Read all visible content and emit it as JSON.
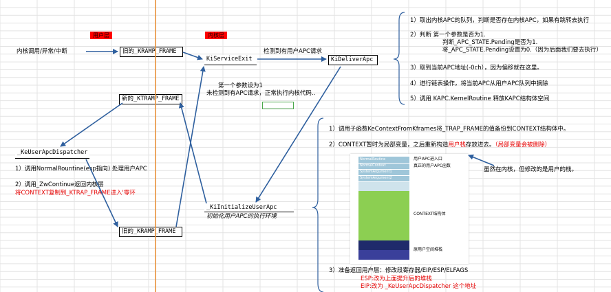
{
  "tags": {
    "user_layer": "用户层",
    "kernel_layer": "内核层"
  },
  "left": {
    "entry_label": "内核调用/异常/中断",
    "old_frame_top": "旧的_KRAMP_FRAME",
    "new_frame": "新的_KTRAMP_FRAME",
    "dispatcher": "_KeUserApcDispatcher",
    "step1": "1）调用NormalRountine(esp指向) 处理用户APC",
    "step2": "2）调用_ZwContinue返回内核层",
    "step2_note": "将CONTEXT复制到_KTRAP_FRAME进入'零环",
    "old_frame_bottom": "旧的_KRAMP_FRAME"
  },
  "middle": {
    "service_exit": "KiServiceExit",
    "no_apc_line1": "第一个参数设为1",
    "no_apc_line2": "未检测到有APC请求，正常执行内核代码..",
    "user_apc_detected": "检测到有用户APC请求",
    "deliver_apc": "KiDeliverApc",
    "init_user_apc": "_KiInitializeUserApc",
    "init_note": "初始化用户APC的执行环境"
  },
  "right_top": {
    "l1": "1）取出内核APC的队列，判断是否存在内核APC，如果有跳转去执行",
    "l2a": "2）判断   第一个参数是否为1.",
    "l2b": "判断_APC_STATE.Pending是否为1.",
    "l2c": "将_APC_STATE.Pending设置为0.（因为后面我们要去执行）",
    "l3": "3）取到当前APC地址(-0ch），因为偏移就在这里。",
    "l4": "4）进行链表操作，将当前APC从用户APC队列中摘除",
    "l5": "5）调用 KAPC.KernelRoutine 释放KAPC结构体空间"
  },
  "right_bottom": {
    "l1": "1）调用子函数KeContextFromKframes将_TRAP_FRAME的值备份到CONTEXT结构体中。",
    "l2_prefix": "2）CONTEXT暂时为局部变量，之后重新构造",
    "l2_red": "用户栈",
    "l2_mid": "存放进去。",
    "l2_paren": "（局部变量会被删除）",
    "kernel_note": "虽然在内核，但修改的是用户的栈。",
    "l3": "3）准备返回用户层：修改段寄存器/EIP/ESP/ELFAGS",
    "l3_esp": "ESP:改为上面提升后的堆栈",
    "l3_eip": "EIP:改为 _KeUserApcDispatcher 这个地址"
  },
  "stack": {
    "rows": [
      "NormalRoutine",
      "NormalContext",
      "SystemArgument1",
      "SystemArgument2"
    ],
    "apc_label_1": "用户APC进入口",
    "apc_label_2": "真正的用户APC函数",
    "context_label": "CONTEXT结构体",
    "orig_stack_label": "原用户空间堆栈"
  },
  "colors": {
    "orange_line": "#e8913a",
    "arrow": "#2e5f9e",
    "green": "#8ccf52",
    "navy": "#1f2a6b"
  }
}
